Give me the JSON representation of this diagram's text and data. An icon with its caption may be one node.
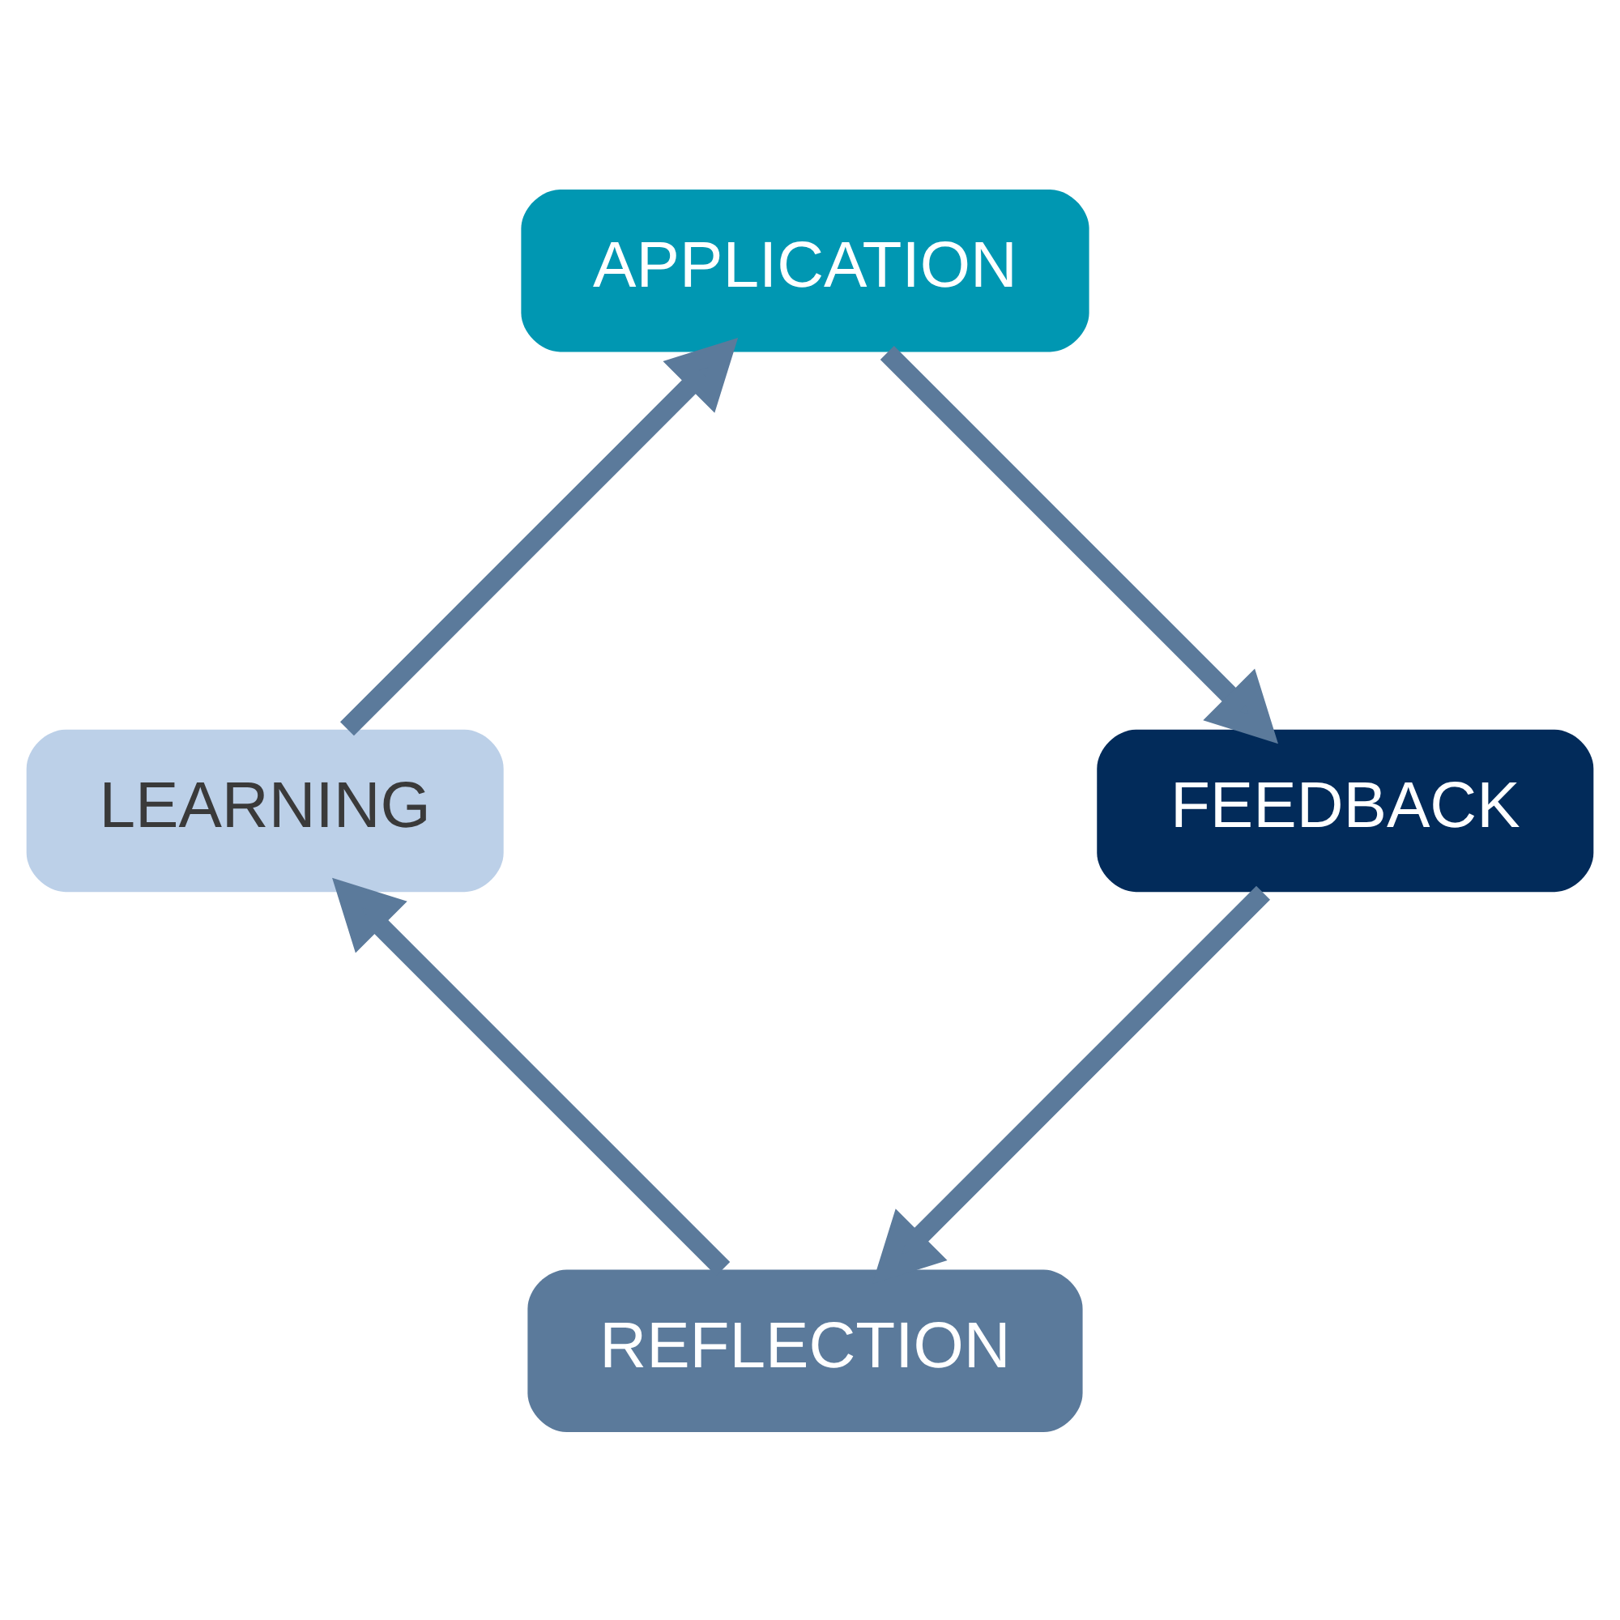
{
  "diagram": {
    "nodes": [
      {
        "text": [
          "REFLECTION"
        ]
      },
      {
        "text": [
          "LEARNING"
        ]
      },
      {
        "text": [
          "APPLICATION"
        ]
      },
      {
        "text": [
          "FEEDBACK"
        ]
      }
    ],
    "edges": [
      {
        "from": 0,
        "to": 1,
        "arrow": "to"
      },
      {
        "from": 1,
        "to": 2,
        "arrow": "to"
      },
      {
        "from": 2,
        "to": 3,
        "arrow": "to"
      },
      {
        "from": 3,
        "to": 0,
        "arrow": "to"
      }
    ]
  }
}
